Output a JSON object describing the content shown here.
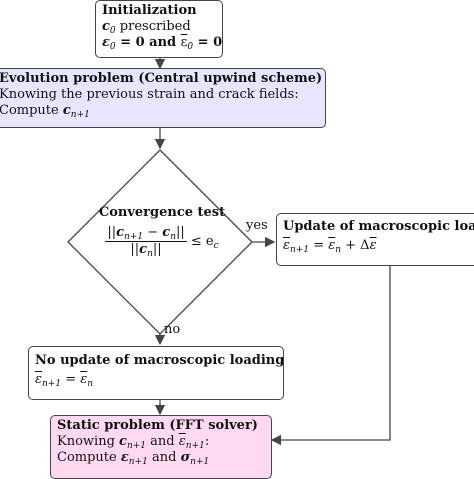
{
  "colors": {
    "evolution_fill": "#e6e6ff",
    "static_fill": "#ffd9f2",
    "plain_fill": "#ffffff",
    "stroke": "#444444"
  },
  "initialization": {
    "title": "Initialization",
    "line1_var": "c",
    "line1_sub": "0",
    "line1_text": " prescribed",
    "line2_a": "ε",
    "line2_a_sub": "0",
    "line2_eq": " = 0 and ",
    "line2_b": "ε",
    "line2_b_sub": "0",
    "line2_end": " = 0"
  },
  "evolution": {
    "title": "Evolution problem (Central upwind scheme)",
    "line1": "Knowing the previous strain and crack fields:",
    "line2_text": "Compute ",
    "line2_var": "c",
    "line2_sub": "n+1"
  },
  "convergence": {
    "title": "Convergence test",
    "num_a": "c",
    "num_a_sub": "n+1",
    "num_mid": " − ",
    "num_b": "c",
    "num_b_sub": "n",
    "den": "c",
    "den_sub": "n",
    "leq": " ≤ e",
    "leq_sub": "c"
  },
  "edges": {
    "yes": "yes",
    "no": "no"
  },
  "update": {
    "title": "Update of macroscopic loading",
    "eq_a": "ε",
    "eq_a_sub": "n+1",
    "eq_mid": " = ",
    "eq_b": "ε",
    "eq_b_sub": "n",
    "eq_plus": " + Δ",
    "eq_c": "ε"
  },
  "no_update": {
    "title": "No update of macroscopic loading",
    "eq_a": "ε",
    "eq_a_sub": "n+1",
    "eq_mid": " = ",
    "eq_b": "ε",
    "eq_b_sub": "n"
  },
  "static": {
    "title": "Static problem (FFT solver)",
    "line1_text": "Knowing ",
    "line1_var": "c",
    "line1_sub": "n+1",
    "line1_and": " and ",
    "line1_var2": "ε",
    "line1_sub2": "n+1",
    "line1_end": ":",
    "line2_text": "Compute ",
    "line2_var": "ε",
    "line2_sub": "n+1",
    "line2_and": " and ",
    "line2_var2": "σ",
    "line2_sub2": "n+1"
  }
}
